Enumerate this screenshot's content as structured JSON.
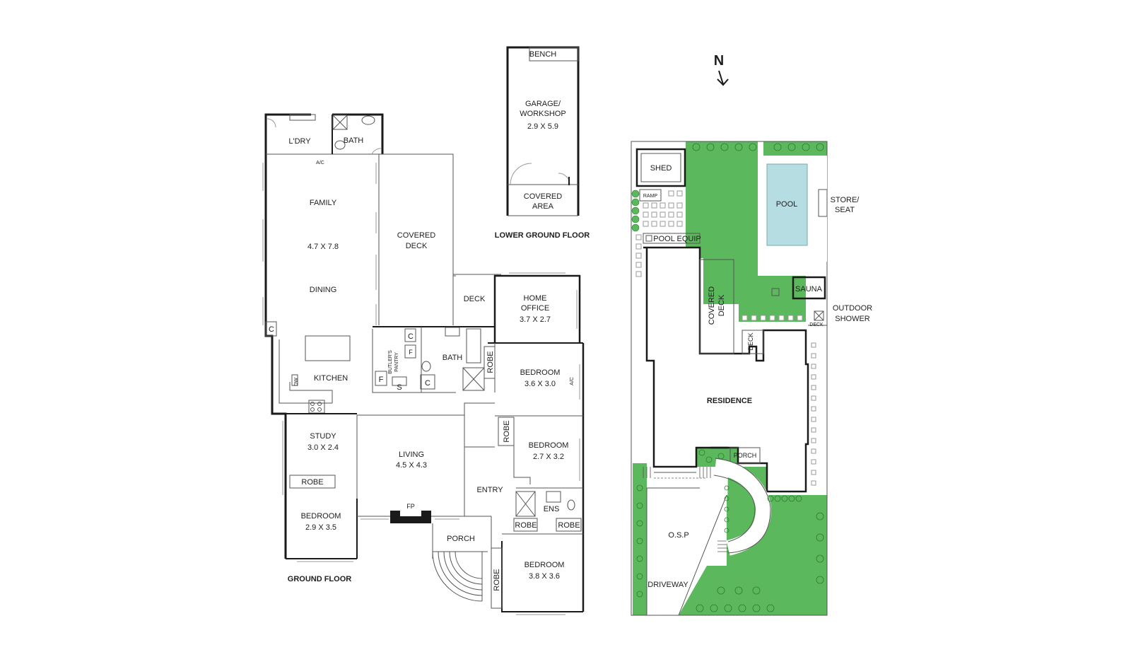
{
  "compass": {
    "label": "N"
  },
  "ground_floor": {
    "title": "GROUND FLOOR",
    "rooms": {
      "ldry": "L'DRY",
      "bath_top": "BATH",
      "ac_top": "A/C",
      "family": "FAMILY",
      "family_dims": "4.7 X 7.8",
      "dining": "DINING",
      "covered_deck_1": "COVERED",
      "covered_deck_2": "DECK",
      "deck": "DECK",
      "home_office_1": "HOME",
      "home_office_2": "OFFICE",
      "home_office_dims": "3.7 X 2.7",
      "c_left": "C",
      "butlers_pantry_1": "BUTLER'S",
      "butlers_pantry_2": "PANTRY",
      "c_pantry": "C",
      "f_pantry": "F",
      "f_left": "F",
      "s_pantry": "S",
      "c_bottom": "C",
      "bath_mid": "BATH",
      "robe_mid": "ROBE",
      "bedroom1": "BEDROOM",
      "bedroom1_dims": "3.6 X 3.0",
      "ac_mid": "A/C",
      "dw": "DW",
      "kitchen": "KITCHEN",
      "study": "STUDY",
      "study_dims": "3.0 X 2.4",
      "living": "LIVING",
      "living_dims": "4.5 X 4.3",
      "robe_b2": "ROBE",
      "bedroom2": "BEDROOM",
      "bedroom2_dims": "2.7 X 3.2",
      "robe_study": "ROBE",
      "entry": "ENTRY",
      "ens": "ENS",
      "robe_ens1": "ROBE",
      "robe_ens2": "ROBE",
      "fp": "FP",
      "bedroom3": "BEDROOM",
      "bedroom3_dims": "2.9 X 3.5",
      "porch": "PORCH",
      "bedroom4": "BEDROOM",
      "bedroom4_dims": "3.8 X 3.6",
      "robe_b4": "ROBE"
    }
  },
  "lower_ground_floor": {
    "title": "LOWER GROUND FLOOR",
    "bench": "BENCH",
    "garage_1": "GARAGE/",
    "garage_2": "WORKSHOP",
    "garage_dims": "2.9 X 5.9",
    "covered_area_1": "COVERED",
    "covered_area_2": "AREA"
  },
  "site_plan": {
    "shed": "SHED",
    "ramp": "RAMP",
    "pool": "POOL",
    "store_seat_1": "STORE/",
    "store_seat_2": "SEAT",
    "pool_equip": "POOL EQUIP",
    "covered_deck_1": "COVERED",
    "covered_deck_2": "DECK",
    "sauna": "SAUNA",
    "outdoor_shower_1": "OUTDOOR",
    "outdoor_shower_2": "SHOWER",
    "deck_small": "DECK",
    "deck_rotated": "DECK",
    "residence": "RESIDENCE",
    "porch": "PORCH",
    "osp": "O.S.P",
    "driveway": "DRIVEWAY"
  },
  "colors": {
    "lawn": "#5cb85c",
    "pool": "#b5dde2",
    "wall": "#1a1a1a"
  }
}
